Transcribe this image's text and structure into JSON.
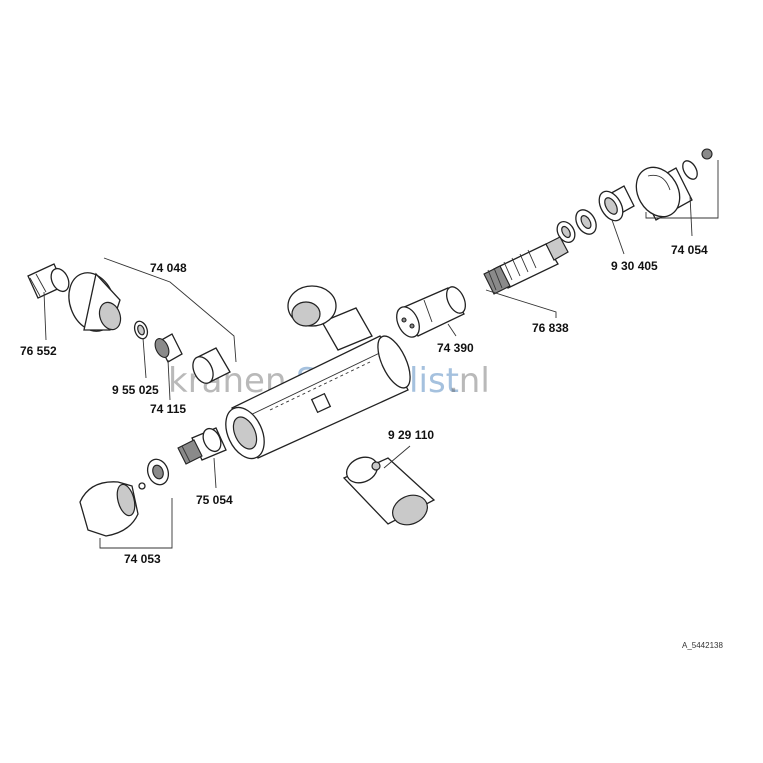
{
  "parts": [
    {
      "id": "p1",
      "number": "76 552"
    },
    {
      "id": "p2",
      "number": "74 048"
    },
    {
      "id": "p3",
      "number": "9 55 025"
    },
    {
      "id": "p4",
      "number": "74 115"
    },
    {
      "id": "p5",
      "number": "74 390"
    },
    {
      "id": "p6",
      "number": "76 838"
    },
    {
      "id": "p7",
      "number": "9 30 405"
    },
    {
      "id": "p8",
      "number": "74 054"
    },
    {
      "id": "p9",
      "number": "9 29 110"
    },
    {
      "id": "p10",
      "number": "75 054"
    },
    {
      "id": "p11",
      "number": "74 053"
    }
  ],
  "watermark": {
    "part1": "kranen",
    "part2": "Specialist",
    "part3": ".nl"
  },
  "drawing_ref": "A_5442138",
  "colors": {
    "line": "#222222",
    "shade": "#c9c9c9",
    "watermark_brand": "#2a6db3"
  }
}
